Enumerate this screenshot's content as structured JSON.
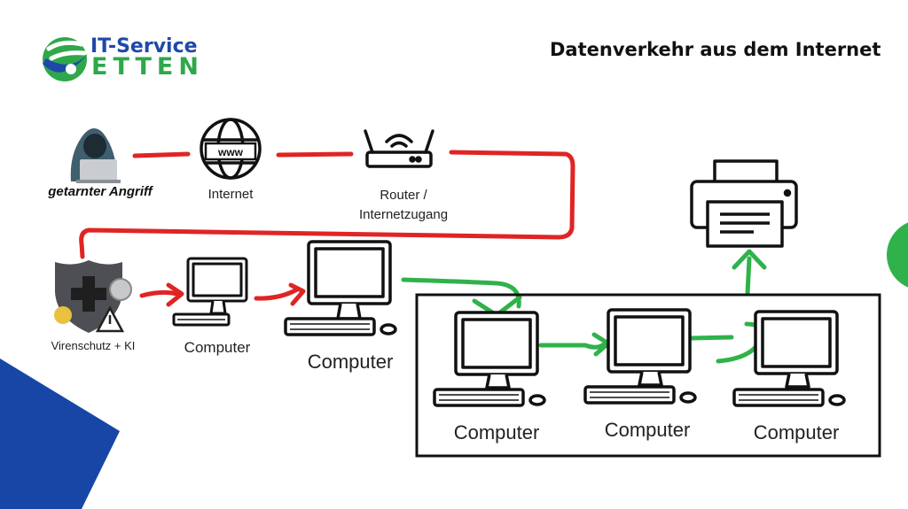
{
  "logo": {
    "line1": "IT-Service",
    "line2": "ETTEN"
  },
  "title": "Datenverkehr aus dem Internet",
  "nodes": {
    "attacker": "getarnter Angriff",
    "internet": "Internet",
    "internet_icon_text": "www",
    "router": "Router /\nInternetzugang",
    "antivirus": "Virenschutz + KI",
    "computer1": "Computer",
    "computer2": "Computer",
    "computer3": "Computer",
    "computer4": "Computer",
    "computer5": "Computer"
  },
  "colors": {
    "threat_path": "#e02424",
    "safe_path": "#2fb24a",
    "logo_blue": "#1f49a8",
    "logo_green": "#2ea84a",
    "accent_blue": "#1746a6"
  }
}
